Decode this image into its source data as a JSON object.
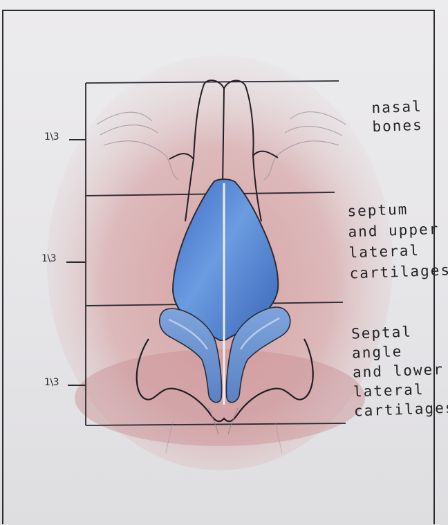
{
  "labels": {
    "upper": [
      "nasal",
      "bones"
    ],
    "middle": [
      "septum",
      "and upper",
      "lateral",
      "cartilages"
    ],
    "lower": [
      "Septal",
      "angle",
      "and lower",
      "lateral",
      "cartilages"
    ]
  },
  "thirds": [
    "1\\3",
    "1\\3",
    "1\\3"
  ],
  "colors": {
    "skin": "#d9a6a6",
    "cartilage": "#5f8fd6",
    "cartilage_dark": "#3f6fbf",
    "ink": "#1f1f24"
  }
}
